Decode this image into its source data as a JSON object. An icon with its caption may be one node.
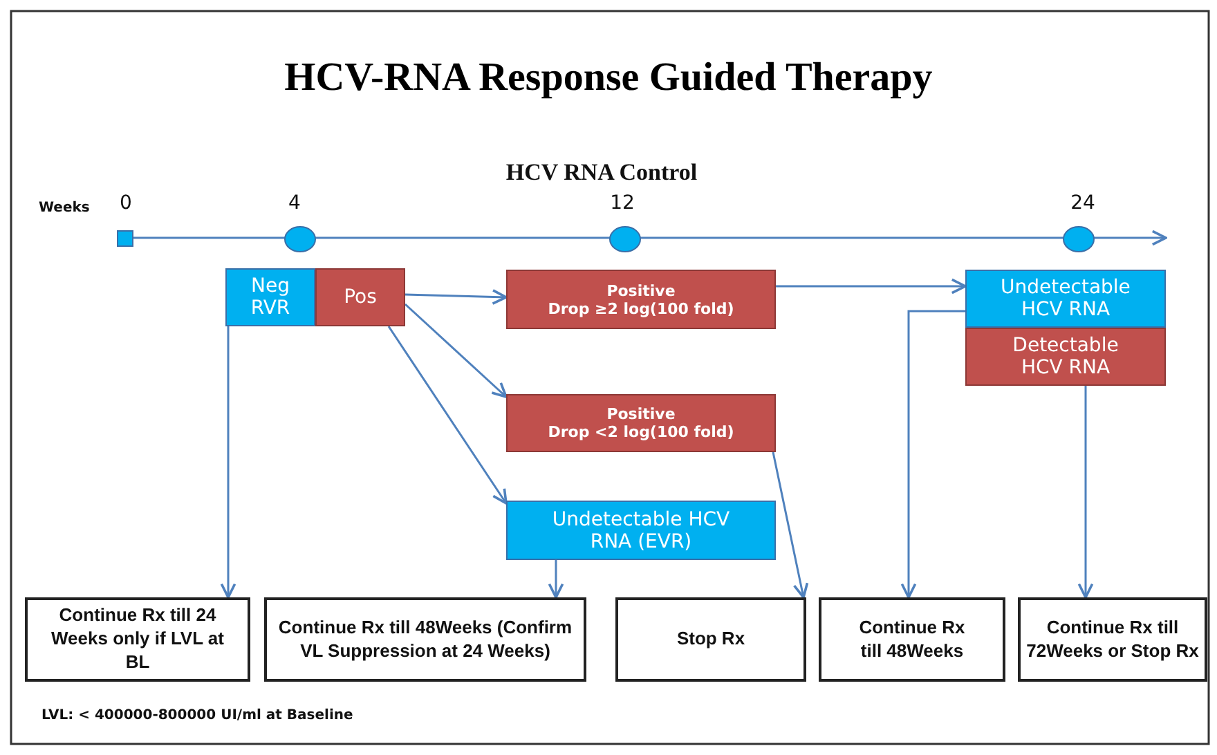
{
  "diagram": {
    "title": "HCV-RNA Response Guided Therapy",
    "nodes": [
      {
        "text": [
          "Neg RVR"
        ]
      },
      {
        "text": [
          "Pos"
        ]
      },
      {
        "text": [
          "Positive",
          "Drop ≥2 log(100 fold)"
        ]
      },
      {
        "text": [
          "Positive",
          "Drop <2 log(100 fold)"
        ]
      },
      {
        "text": [
          "Undetectable HCV RNA (EVR)"
        ]
      },
      {
        "text": [
          "Undetectable HCV RNA"
        ]
      },
      {
        "text": [
          "Detectable HCV RNA"
        ]
      },
      {
        "text": [
          "Continue Rx till 24 Weeks only if LVL at BL"
        ]
      },
      {
        "text": [
          "Continue Rx till 48Weeks (Confirm VL Suppression at 24 Weeks)"
        ]
      },
      {
        "text": [
          "Stop Rx"
        ]
      },
      {
        "text": [
          "Continue Rx till 48Weeks"
        ]
      },
      {
        "text": [
          "Continue Rx till 72Weeks or Stop Rx"
        ]
      }
    ],
    "edges": [
      {
        "from": 0,
        "to": 7,
        "arrow": "to"
      },
      {
        "from": 1,
        "to": 2,
        "arrow": "to"
      },
      {
        "from": 1,
        "to": 3,
        "arrow": "to"
      },
      {
        "from": 1,
        "to": 4,
        "arrow": "to"
      },
      {
        "from": 2,
        "to": 5,
        "arrow": "to"
      },
      {
        "from": 3,
        "to": 9,
        "arrow": "to"
      },
      {
        "from": 4,
        "to": 8,
        "arrow": "to"
      },
      {
        "from": 5,
        "to": 10,
        "arrow": "to"
      },
      {
        "from": 6,
        "to": 11,
        "arrow": "to"
      }
    ],
    "labels": [
      "HCV RNA Control",
      "Weeks",
      "0",
      "4",
      "12",
      "24",
      "LVL: < 400000-800000 UI/ml at Baseline"
    ]
  }
}
